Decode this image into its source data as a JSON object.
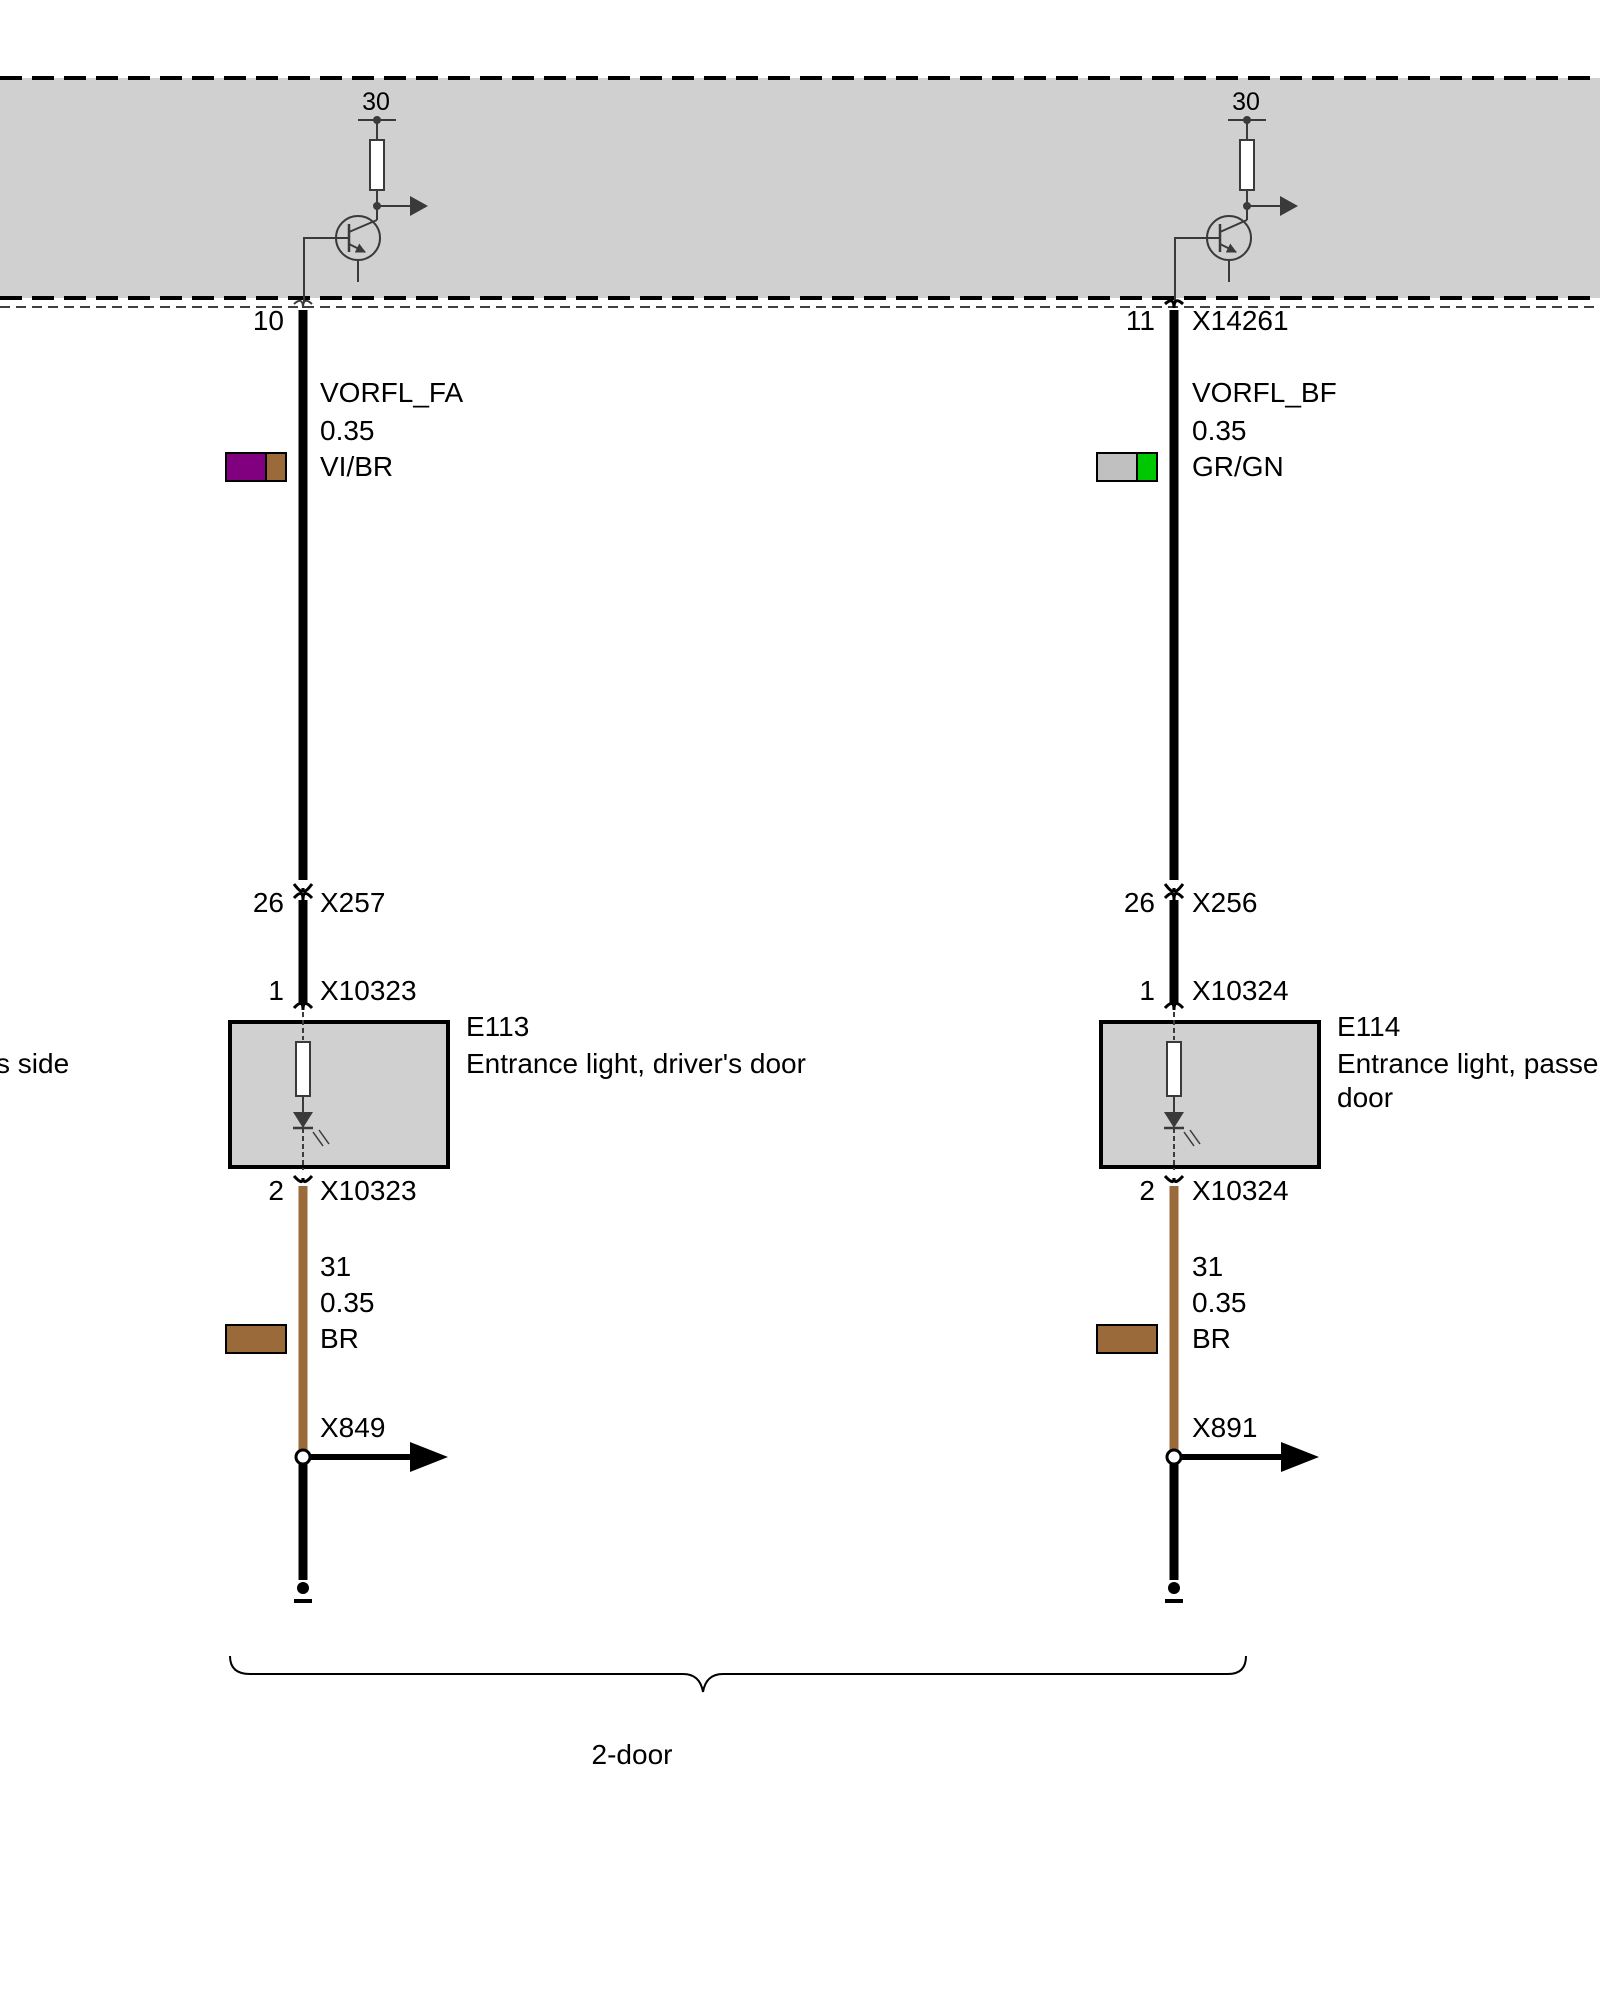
{
  "module": {
    "supply_left": "30",
    "supply_right": "30"
  },
  "left": {
    "module_pin": "10",
    "wire_name": "VORFL_FA",
    "wire_gauge": "0.35",
    "wire_color_code": "VI/BR",
    "wire_colors": [
      "#800080",
      "#9a6a3a"
    ],
    "conn_pin": "26",
    "conn_id": "X257",
    "comp_pin_top": "1",
    "comp_conn_top": "X10323",
    "component_id": "E113",
    "component_desc": "Entrance light, driver's door",
    "comp_pin_bottom": "2",
    "comp_conn_bottom": "X10323",
    "gnd_wire_name": "31",
    "gnd_wire_gauge": "0.35",
    "gnd_wire_color_code": "BR",
    "gnd_wire_color": "#9a6a3a",
    "ground_point": "X849"
  },
  "right": {
    "module_pin": "11",
    "module_conn": "X14261",
    "wire_name": "VORFL_BF",
    "wire_gauge": "0.35",
    "wire_color_code": "GR/GN",
    "wire_colors": [
      "#c0c0c0",
      "#00c800"
    ],
    "conn_pin": "26",
    "conn_id": "X256",
    "comp_pin_top": "1",
    "comp_conn_top": "X10324",
    "component_id": "E114",
    "component_desc_line1": "Entrance light, passe",
    "component_desc_line2": "door",
    "comp_pin_bottom": "2",
    "comp_conn_bottom": "X10324",
    "gnd_wire_name": "31",
    "gnd_wire_gauge": "0.35",
    "gnd_wire_color_code": "BR",
    "gnd_wire_color": "#9a6a3a",
    "ground_point": "X891"
  },
  "edge_text": "s side",
  "brace_label": "2-door"
}
